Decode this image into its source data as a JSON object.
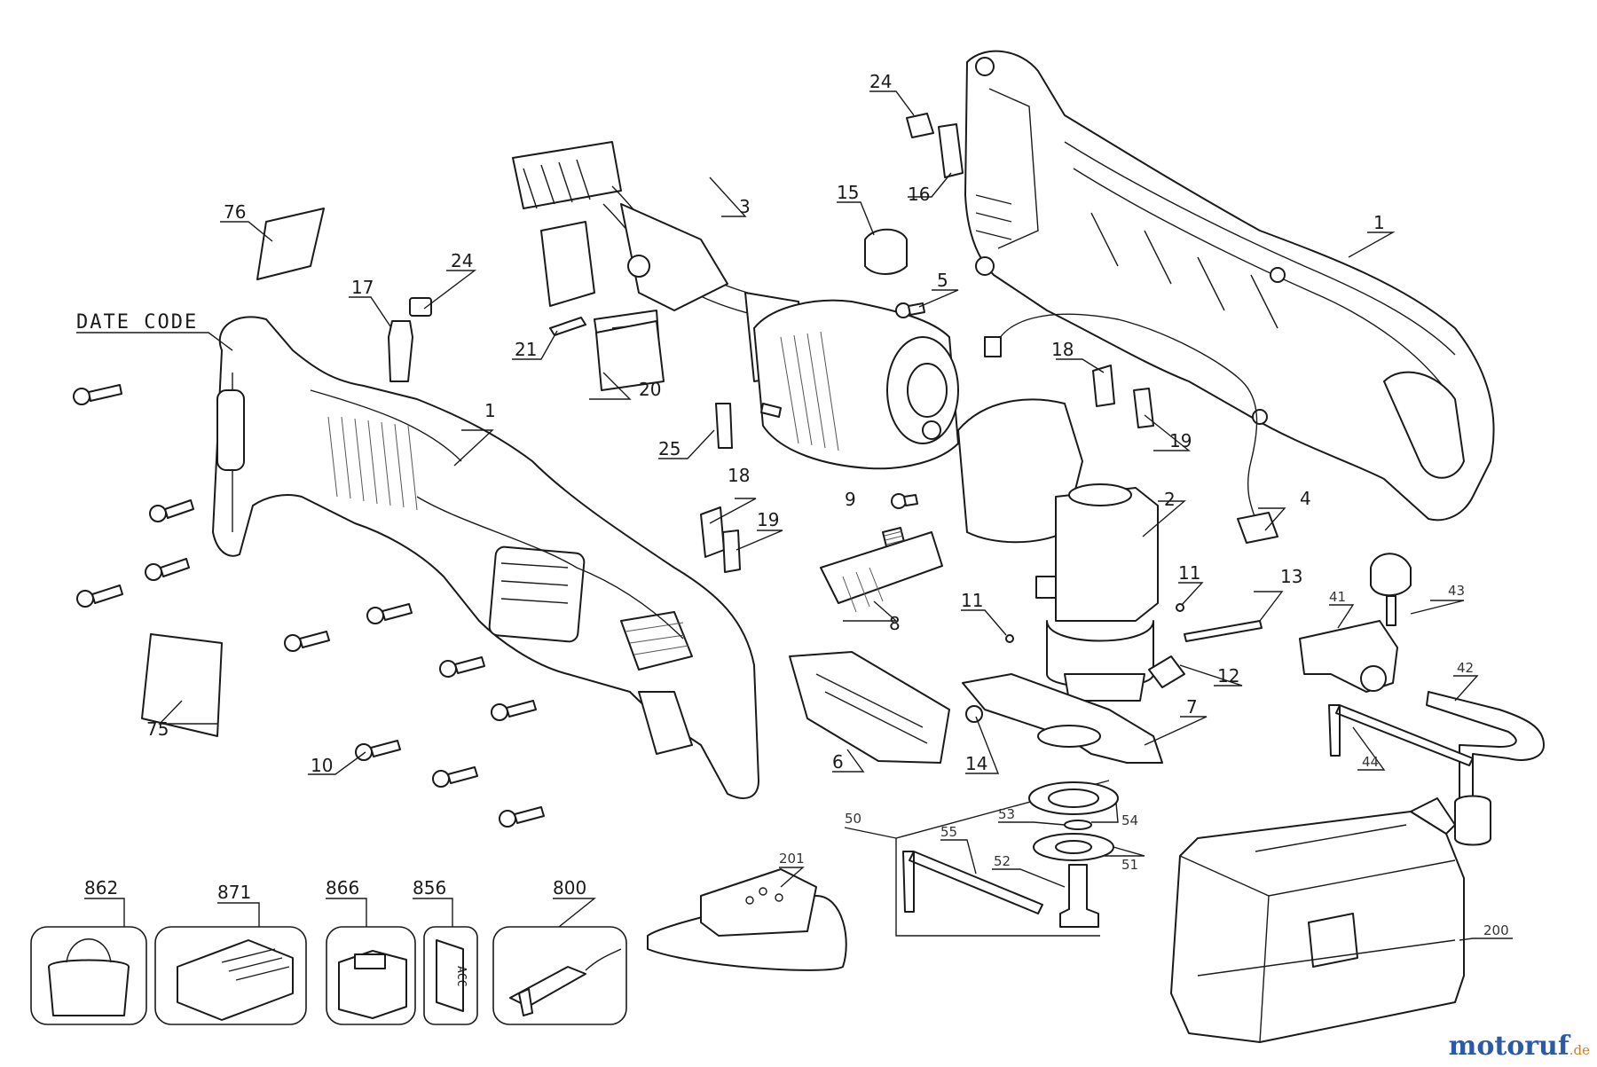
{
  "diagram": {
    "date_code_label": "DATE CODE",
    "acc_label": "ACC",
    "callouts": {
      "p1_left": "1",
      "p1_right": "1",
      "p2": "2",
      "p3": "3",
      "p4": "4",
      "p5": "5",
      "p6": "6",
      "p7": "7",
      "p8": "8",
      "p9": "9",
      "p10": "10",
      "p11_left": "11",
      "p11_right": "11",
      "p12": "12",
      "p13": "13",
      "p14": "14",
      "p15": "15",
      "p16": "16",
      "p17": "17",
      "p18_left": "18",
      "p18_right": "18",
      "p19_left": "19",
      "p19_right": "19",
      "p20": "20",
      "p21": "21",
      "p24_left": "24",
      "p24_top": "24",
      "p25": "25",
      "p41": "41",
      "p42": "42",
      "p43": "43",
      "p44": "44",
      "p50": "50",
      "p51": "51",
      "p52": "52",
      "p53": "53",
      "p54": "54",
      "p55": "55",
      "p75": "75",
      "p76": "76",
      "p200": "200",
      "p201": "201",
      "p800": "800",
      "p856": "856",
      "p862": "862",
      "p866": "866",
      "p871": "871"
    }
  },
  "watermark": {
    "brand": "motoruf",
    "tld": ".de"
  }
}
